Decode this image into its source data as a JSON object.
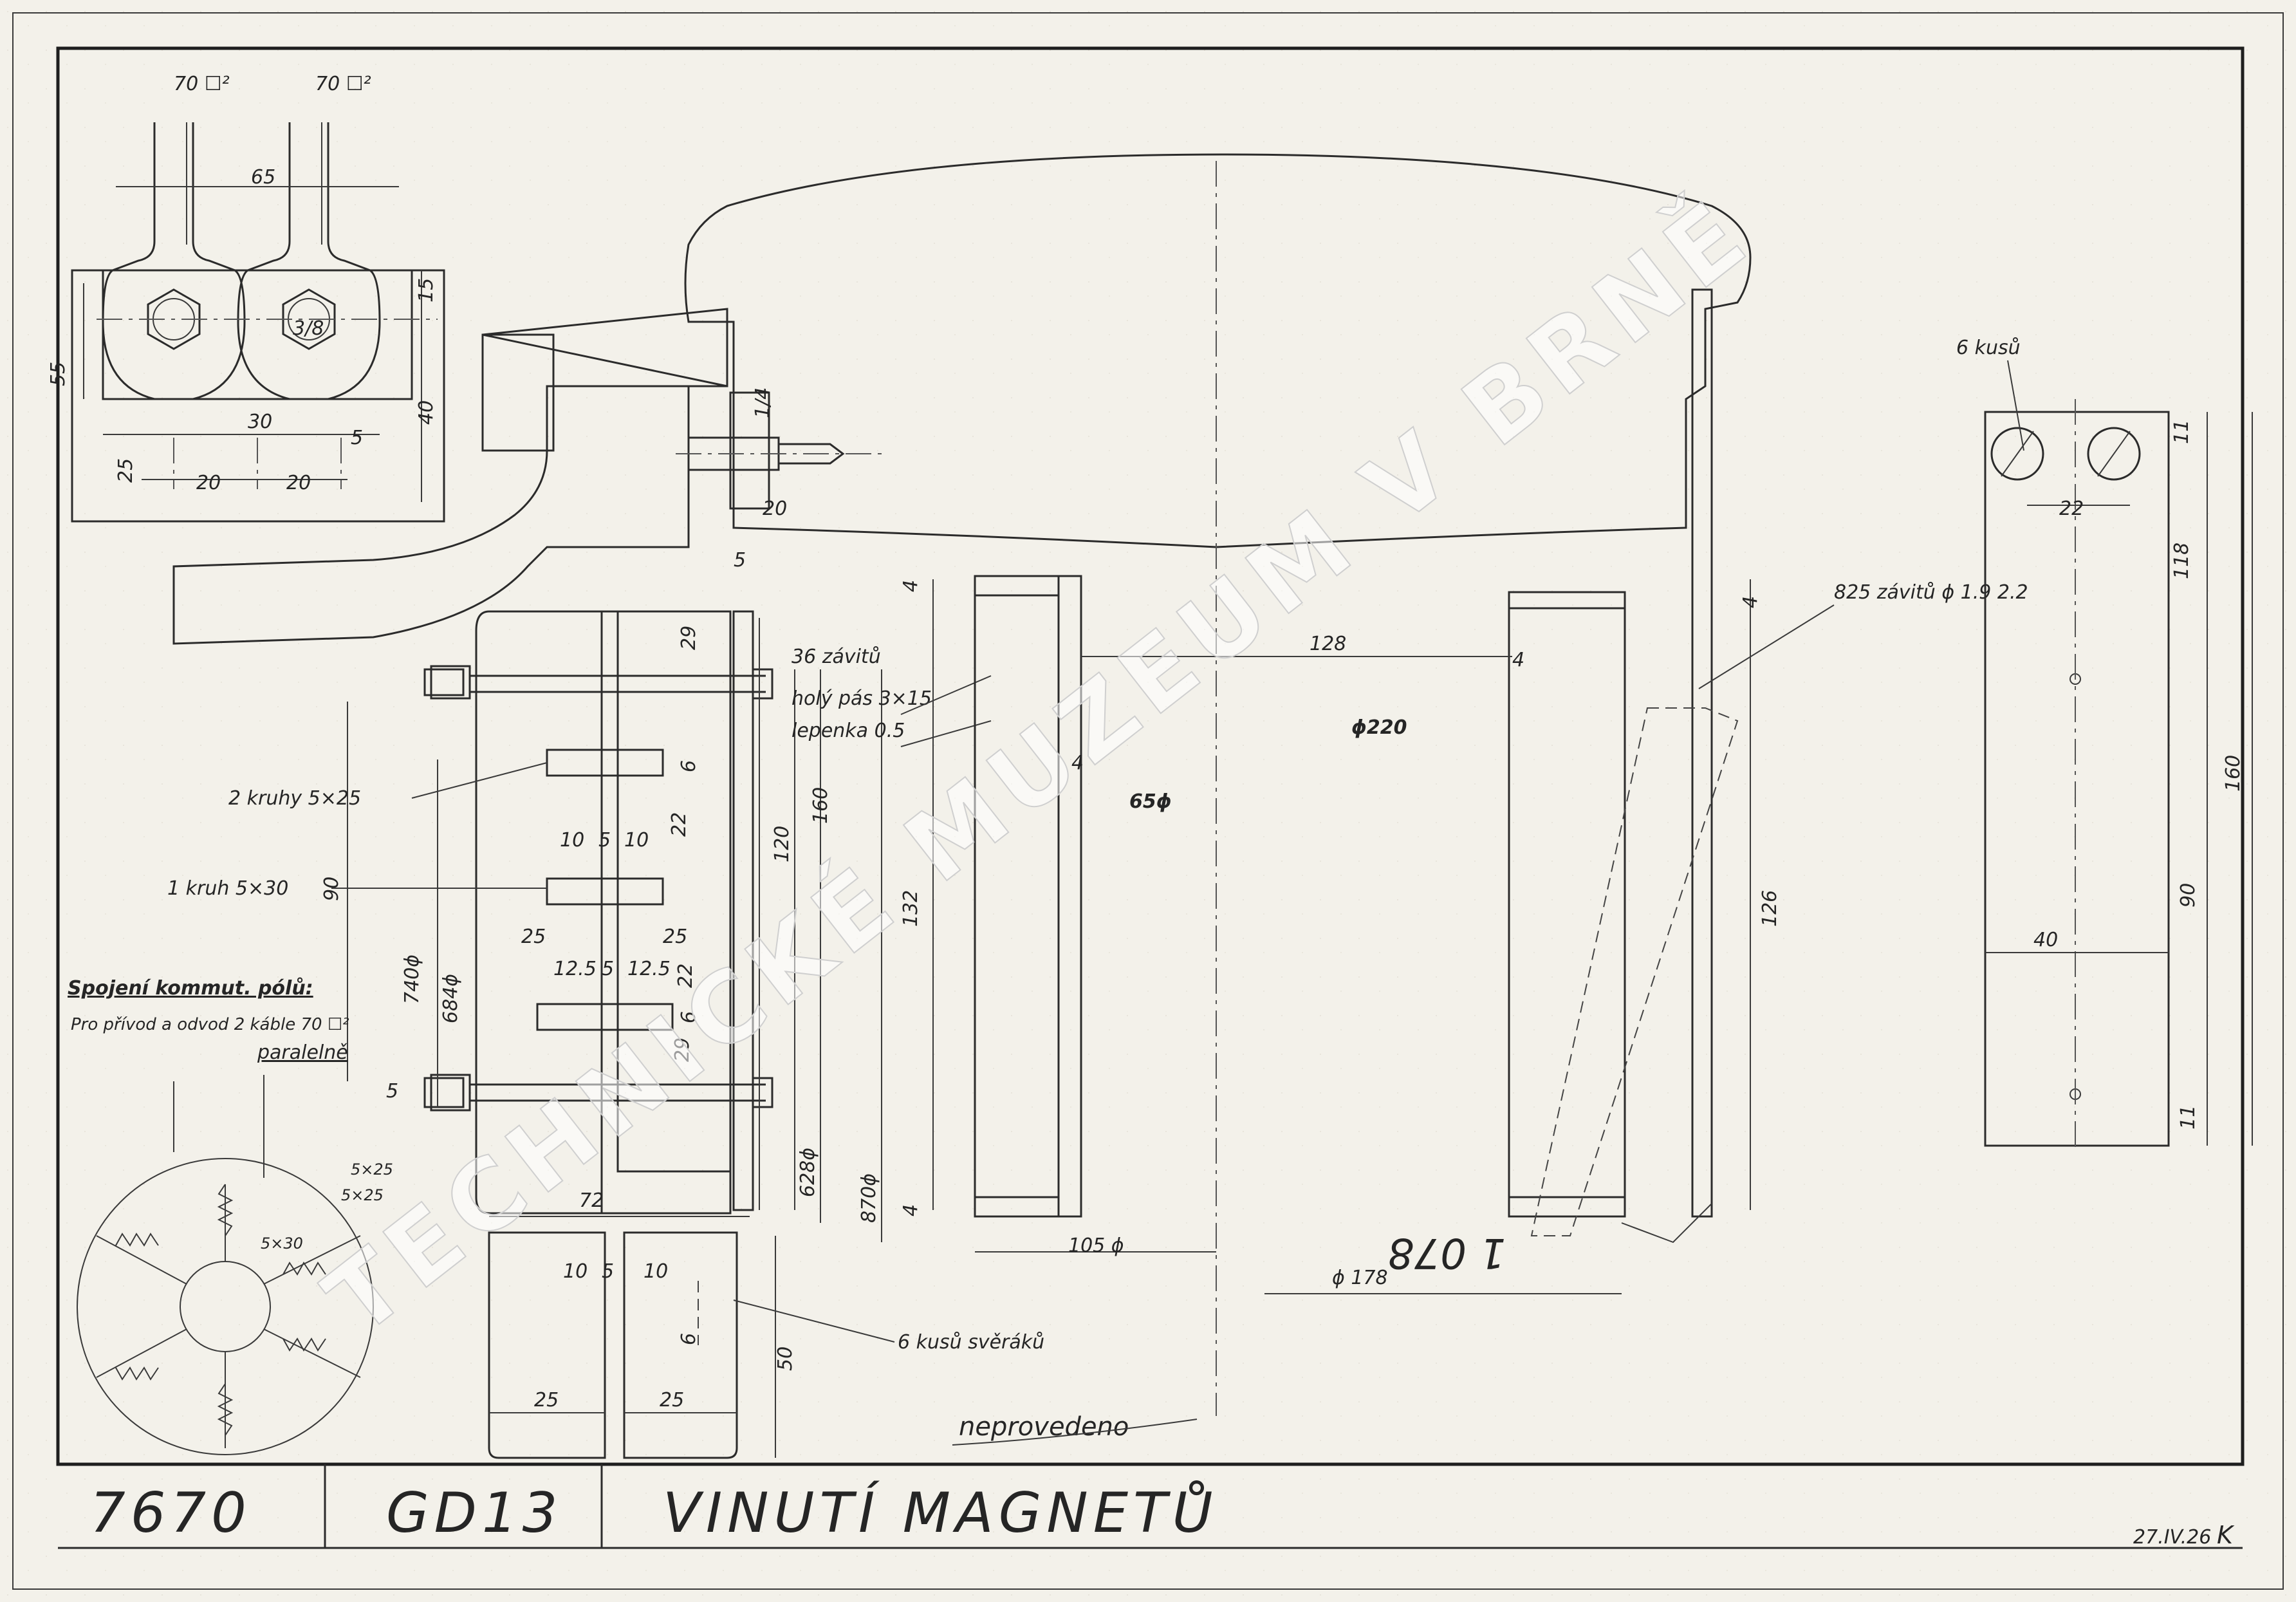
{
  "title_block": {
    "drawing_number": "7670",
    "machine_code": "GD13",
    "title": "VINUTÍ MAGNETŮ",
    "date": "27.IV.26",
    "initials": "K"
  },
  "watermark": "TECHNICKÉ MUZEUM V BRNĚ",
  "stamp": "1 078",
  "notes": {
    "unexecuted": "neprovedeno",
    "connection_title": "Spojení kommut. pólů:",
    "connection_line1": "Pro přívod a odvod 2 káble 70 ☐²",
    "connection_line2": "paralelně",
    "turns_36": "36 závitů",
    "copper_strip": "holý pás 3×15",
    "pressboard": "lepenka 0.5",
    "rings_2": "2 kruhy 5×25",
    "ring_1": "1 kruh 5×30",
    "clamps": "6 kusů svěráků",
    "turns_825": "825 závitů ϕ 1.9 2.2",
    "pieces_6": "6 kusů"
  },
  "dimensions": {
    "lug_area_left": "70 ☐²",
    "lug_area_right": "70 ☐²",
    "lug_spacing": "65",
    "lug_height": "55",
    "lug_top": "15",
    "lug_bottom": "40",
    "base_width": "30",
    "hole_offset": "25",
    "hole_l": "20",
    "hole_r": "20",
    "hole_dia": "5",
    "bolt_dia": "3/8",
    "bolt_depth": "1/4",
    "gap_20": "20",
    "gap_5": "5",
    "d29_top": "29",
    "d6_top": "6",
    "d22_a": "22",
    "d10a": "10",
    "d5a": "5",
    "d10b": "10",
    "d90": "90",
    "d25_l": "25",
    "d25_r": "25",
    "d125_l": "12.5",
    "d5b": "5",
    "d125_r": "12.5",
    "d22_b": "22",
    "d6_b": "6",
    "d29_b": "29",
    "d740": "740ϕ",
    "d684": "684ϕ",
    "d5_bolt": "5",
    "d160_mid": "160",
    "d120": "120",
    "d628": "628ϕ",
    "d870": "870ϕ",
    "d72": "72",
    "d50": "50",
    "d10c": "10",
    "d5c": "5",
    "d10d": "10",
    "d6c": "6",
    "d25_cl": "25",
    "d25_cr": "25",
    "d132": "132",
    "d4_top": "4",
    "d4_mid": "4",
    "d65": "65ϕ",
    "d4_bot": "4",
    "d105": "105 ϕ",
    "d128": "128",
    "d4_r": "4",
    "d220": "ϕ220",
    "d4_rt": "4",
    "d126": "126",
    "d178": "ϕ 178",
    "wiring_a": "5×25",
    "wiring_b": "5×25",
    "wiring_c": "5×30",
    "r11_top": "11",
    "r22": "22",
    "r118": "118",
    "r160": "160",
    "r90": "90",
    "r40": "40",
    "r11_bot": "11"
  }
}
